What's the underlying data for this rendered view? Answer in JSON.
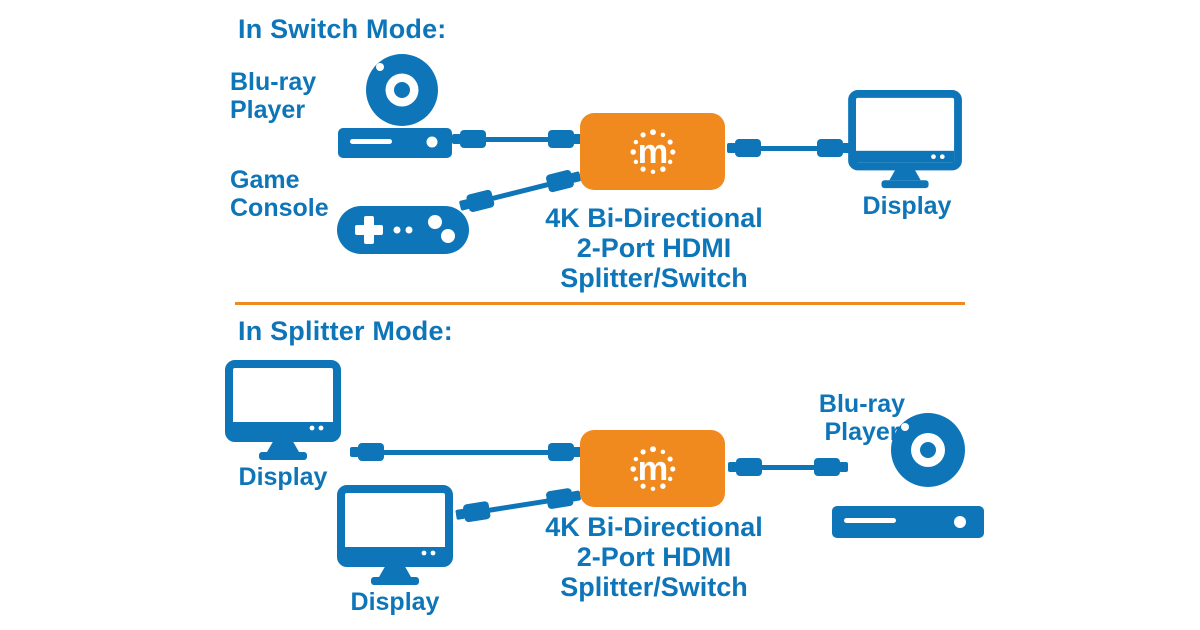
{
  "colors": {
    "brand_blue": "#0e76b8",
    "brand_orange": "#f18a1e",
    "background": "#ffffff"
  },
  "device": {
    "logo_letter": "m",
    "caption_lines": [
      "4K Bi-Directional",
      "2-Port HDMI",
      "Splitter/Switch"
    ]
  },
  "switch_mode": {
    "heading": "In Switch Mode:",
    "bluray_label": "Blu-ray Player",
    "console_label": "Game Console",
    "display_label": "Display"
  },
  "splitter_mode": {
    "heading": "In Splitter Mode:",
    "display1_label": "Display",
    "display2_label": "Display",
    "bluray_label": "Blu-ray Player"
  },
  "icons": {
    "bluray_player": "disc-and-deck",
    "game_console": "gamepad",
    "display": "monitor",
    "hdmi_cable": "plug-wire-plug",
    "device_logo": "dotted-circle-m"
  }
}
